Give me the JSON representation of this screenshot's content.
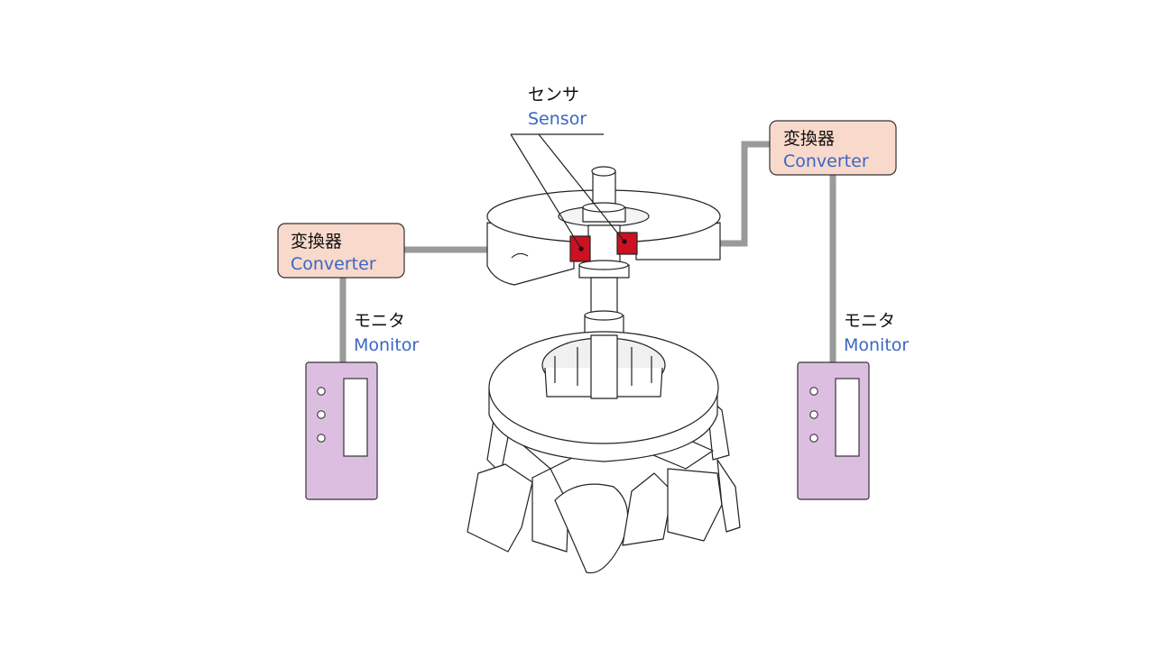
{
  "sensor": {
    "label_jp": "センサ",
    "label_en": "Sensor"
  },
  "converter_left": {
    "label_jp": "変換器",
    "label_en": "Converter"
  },
  "converter_right": {
    "label_jp": "変換器",
    "label_en": "Converter"
  },
  "monitor_left": {
    "label_jp": "モニタ",
    "label_en": "Monitor"
  },
  "monitor_right": {
    "label_jp": "モニタ",
    "label_en": "Monitor"
  },
  "colors": {
    "converter_fill": "#f9d9cc",
    "monitor_fill": "#dcbfe0",
    "sensor_fill": "#cc1122",
    "cable": "#9a9a9a",
    "label_en": "#3a66c4"
  }
}
